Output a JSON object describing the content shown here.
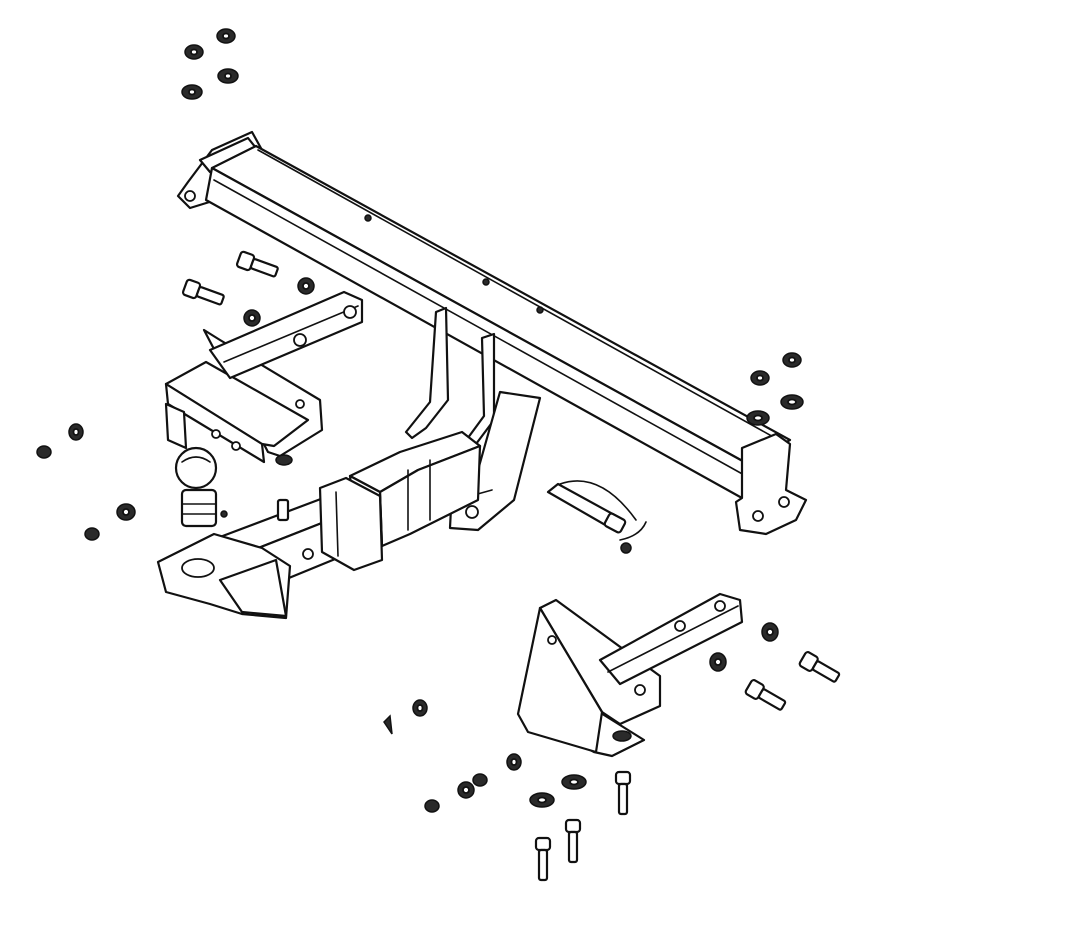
{
  "diagram": {
    "parts": [
      {
        "name": "crossbar-beam"
      },
      {
        "name": "left-mounting-bracket"
      },
      {
        "name": "right-mounting-bracket"
      },
      {
        "name": "tow-ball"
      },
      {
        "name": "tow-bar-neck"
      },
      {
        "name": "receiver-sleeve"
      },
      {
        "name": "nuts-and-washers"
      },
      {
        "name": "mounting-bolts"
      },
      {
        "name": "hitch-pin"
      }
    ],
    "colors": {
      "line": "#111111",
      "background": "#ffffff"
    }
  }
}
